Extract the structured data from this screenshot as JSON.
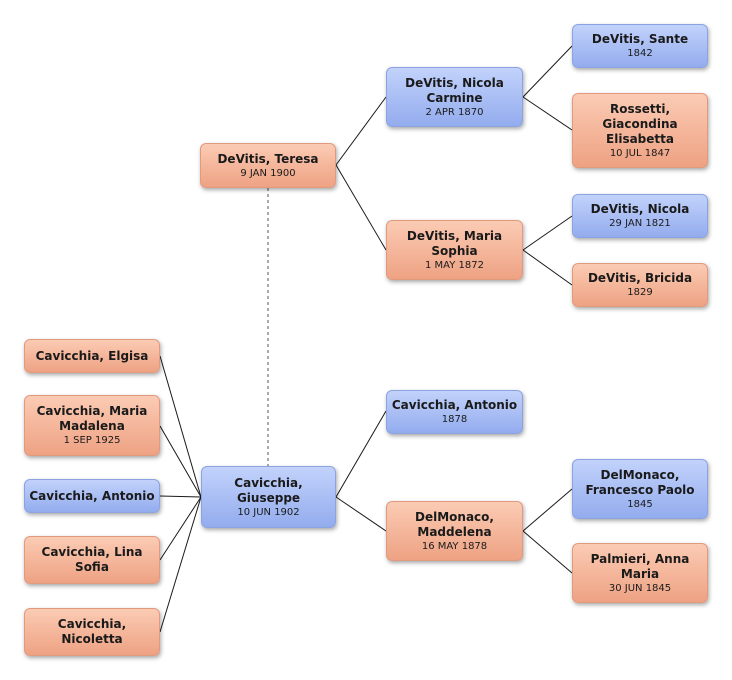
{
  "people": {
    "teresa": {
      "name": "DeVitis, Teresa",
      "date": "9 JAN 1900",
      "sex": "female"
    },
    "giuseppe": {
      "name": "Cavicchia,\nGiuseppe",
      "date": "10 JUN 1902",
      "sex": "male"
    },
    "nicola_c": {
      "name": "DeVitis, Nicola\nCarmine",
      "date": "2 APR 1870",
      "sex": "male"
    },
    "maria_s": {
      "name": "DeVitis, Maria\nSophia",
      "date": "1 MAY 1872",
      "sex": "female"
    },
    "sante": {
      "name": "DeVitis, Sante",
      "date": "1842",
      "sex": "male"
    },
    "rossetti": {
      "name": "Rossetti,\nGiacondina\nElisabetta",
      "date": "10 JUL 1847",
      "sex": "female"
    },
    "nicola": {
      "name": "DeVitis, Nicola",
      "date": "29 JAN 1821",
      "sex": "male"
    },
    "bricida": {
      "name": "DeVitis, Bricida",
      "date": "1829",
      "sex": "female"
    },
    "antonio_f": {
      "name": "Cavicchia, Antonio",
      "date": "1878",
      "sex": "male"
    },
    "maddelena": {
      "name": "DelMonaco,\nMaddelena",
      "date": "16 MAY 1878",
      "sex": "female"
    },
    "francesco": {
      "name": "DelMonaco,\nFrancesco Paolo",
      "date": "1845",
      "sex": "male"
    },
    "palmieri": {
      "name": "Palmieri, Anna\nMaria",
      "date": "30 JUN 1845",
      "sex": "female"
    },
    "elgisa": {
      "name": "Cavicchia, Elgisa",
      "date": "",
      "sex": "female"
    },
    "madalena": {
      "name": "Cavicchia, Maria\nMadalena",
      "date": "1 SEP 1925",
      "sex": "female"
    },
    "antonio_c": {
      "name": "Cavicchia, Antonio",
      "date": "",
      "sex": "male"
    },
    "lina": {
      "name": "Cavicchia, Lina\nSofia",
      "date": "",
      "sex": "female"
    },
    "nicoletta": {
      "name": "Cavicchia,\nNicoletta",
      "date": "",
      "sex": "female"
    }
  },
  "colors": {
    "female": "#f4b59b",
    "male": "#a9bff6",
    "line": "#1a1a1a",
    "spouse_line": "#666666"
  }
}
